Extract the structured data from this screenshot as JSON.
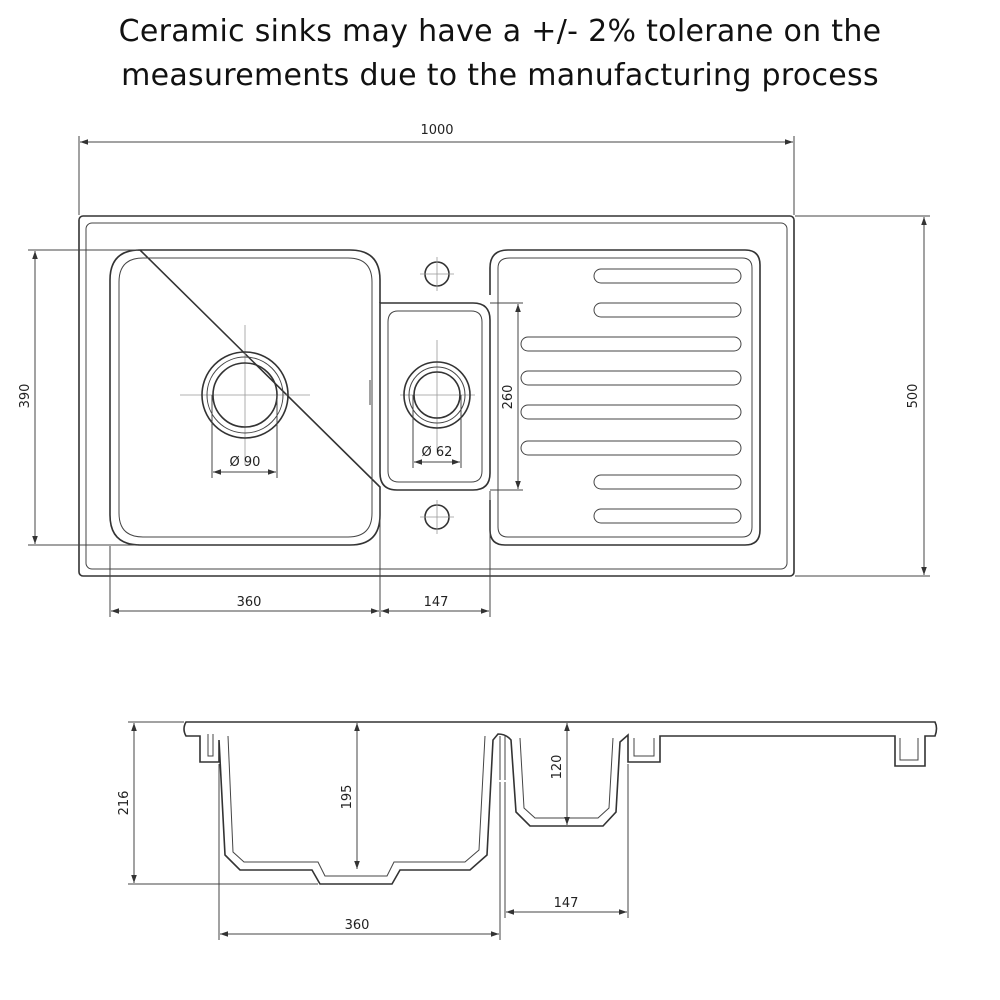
{
  "notice": {
    "line1": "Ceramic sinks may have a +/- 2% tolerane on the",
    "line2": "measurements due to the manufacturing process"
  },
  "plan_view": {
    "overall_width": "1000",
    "overall_depth": "500",
    "main_bowl_depth": "390",
    "half_bowl_depth": "260",
    "main_waste_diameter": "Ø 90",
    "half_waste_diameter": "Ø 62",
    "main_bowl_width": "360",
    "half_bowl_width": "147"
  },
  "section_view": {
    "overall_height": "216",
    "main_bowl_height": "195",
    "half_bowl_height": "120",
    "main_bowl_width": "360",
    "half_bowl_width": "147"
  }
}
